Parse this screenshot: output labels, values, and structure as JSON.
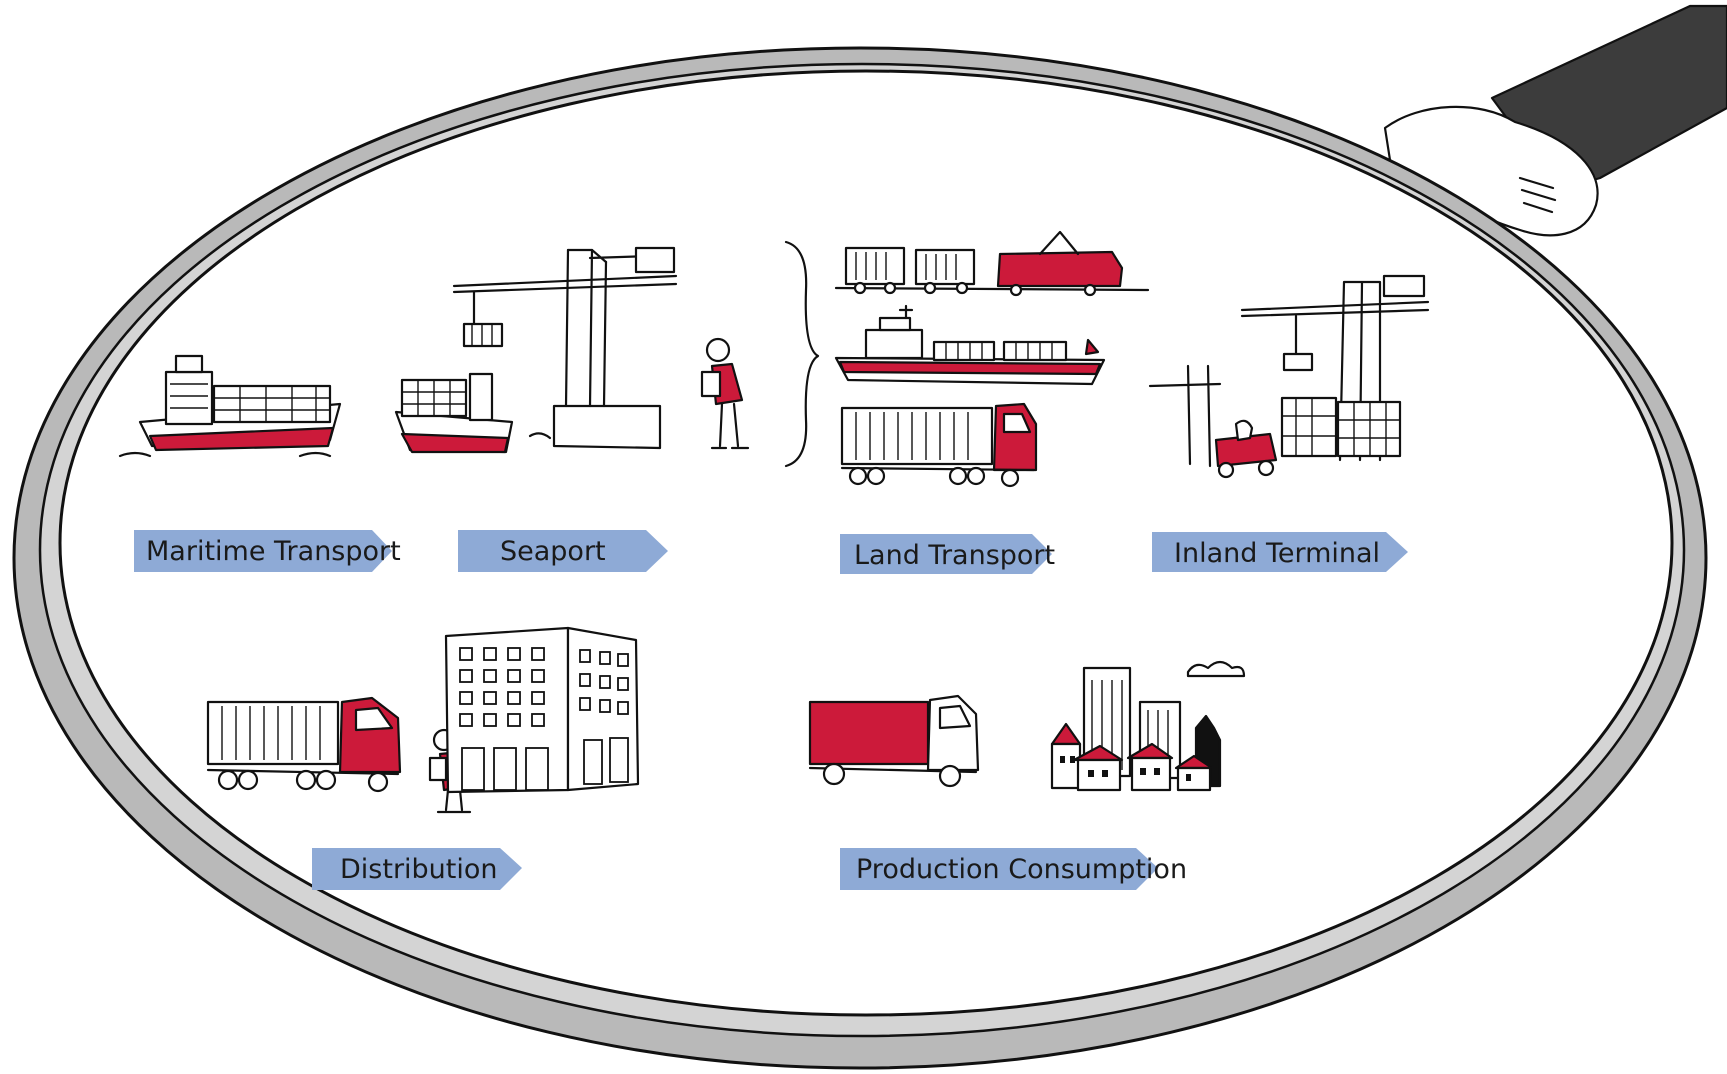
{
  "colors": {
    "accent_red": "#cc1a3a",
    "label_blue": "#8eaad6",
    "lens_rim": "#b9b9b9",
    "handle_dark": "#3c3c3c",
    "ink": "#111111"
  },
  "stages": {
    "maritime_transport": "Maritime Transport",
    "seaport": "Seaport",
    "land_transport": "Land Transport",
    "inland_terminal": "Inland Terminal",
    "distribution": "Distribution",
    "production_consumption": "Production Consumption"
  },
  "icons": [
    "magnifying-glass-icon",
    "container-ship-icon",
    "gantry-crane-icon",
    "port-worker-icon",
    "freight-train-icon",
    "barge-icon",
    "container-truck-icon",
    "forklift-icon",
    "warehouse-building-icon",
    "delivery-truck-icon",
    "city-icon"
  ]
}
